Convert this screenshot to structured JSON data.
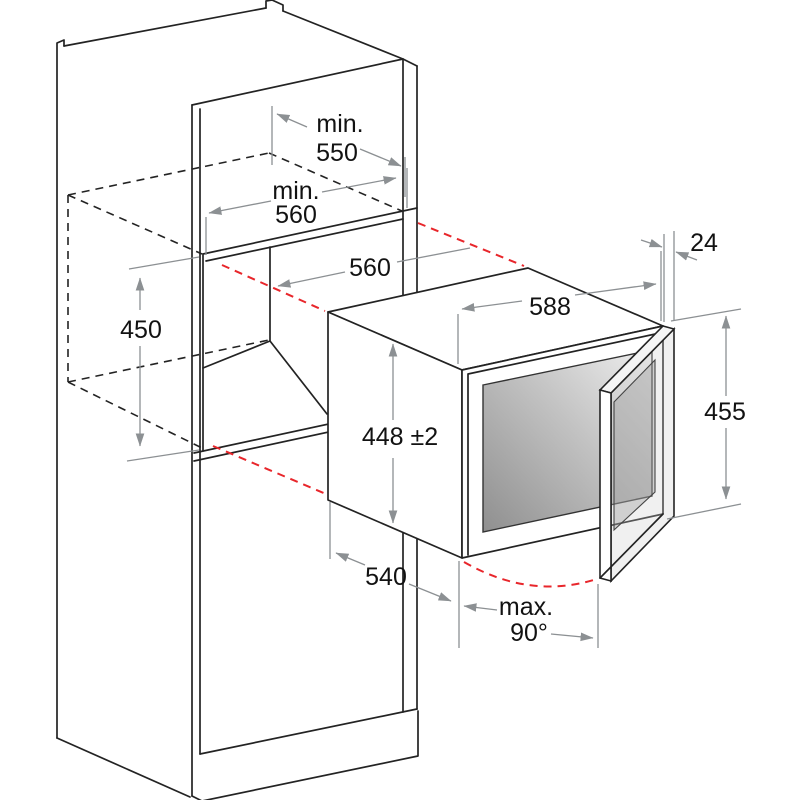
{
  "diagram": {
    "type": "installation-dimension-diagram",
    "subject": "Built-in appliance (glass-door wine cellar / oven) mounted in tall cabinet niche",
    "units": "mm",
    "colors": {
      "structure_line": "#232323",
      "dimension_line": "#8c9093",
      "alignment_guide_red": "#e8262b",
      "glass_dark": "#8f8f8f",
      "glass_light": "#efefef"
    },
    "dimensions": {
      "top_depth": {
        "prefix": "min.",
        "value": "550"
      },
      "niche_width_min": {
        "prefix": "min.",
        "value": "560"
      },
      "niche_width_back": {
        "value": "560"
      },
      "niche_height": {
        "value": "450"
      },
      "appliance_width": {
        "value": "588"
      },
      "door_thickness": {
        "value": "24"
      },
      "appliance_height": {
        "value": "448 ±2"
      },
      "front_height": {
        "value": "455"
      },
      "appliance_depth": {
        "value": "540"
      },
      "door_swing": {
        "prefix": "max.",
        "value": "90°"
      }
    }
  }
}
